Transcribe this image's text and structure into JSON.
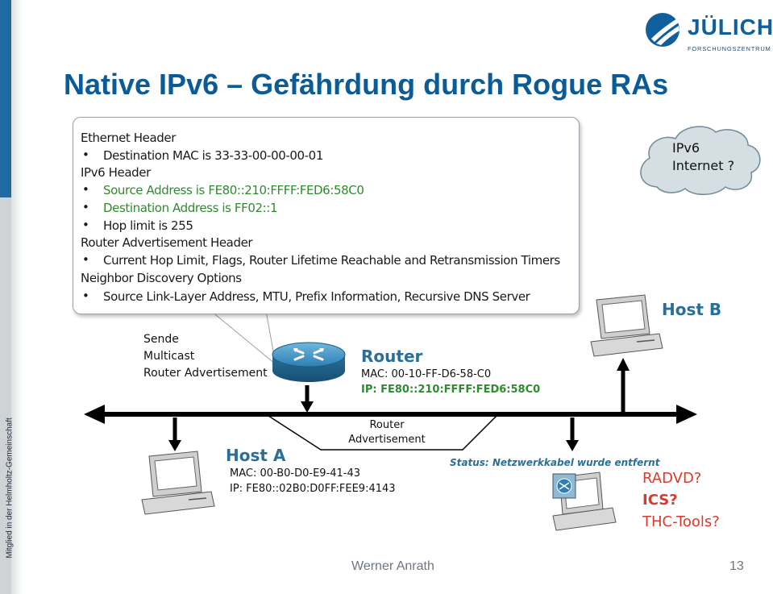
{
  "sidebar": {
    "vertical_text": "Mitglied in der Helmholtz-Gemeinschaft"
  },
  "logo": {
    "name": "JÜLICH",
    "subtitle": "FORSCHUNGSZENTRUM"
  },
  "title": "Native IPv6 – Gefährdung durch Rogue RAs",
  "packet": {
    "ethernet_header": "Ethernet Header",
    "dest_mac": "Destination MAC is 33-33-00-00-00-01",
    "ipv6_header": "IPv6 Header",
    "source_address": "Source Address is FE80::210:FFFF:FED6:58C0",
    "dest_address": "Destination Address is FF02::1",
    "hop_limit": "Hop limit is 255",
    "ra_header": "Router Advertisement Header",
    "ra_fields": "Current Hop Limit, Flags, Router Lifetime Reachable and Retransmission Timers",
    "nd_options": "Neighbor Discovery Options",
    "nd_fields": "Source Link-Layer Address, MTU, Prefix Information, Recursive DNS Server"
  },
  "cloud": {
    "line1": "IPv6",
    "line2": "Internet ?"
  },
  "sende": {
    "line1": "Sende",
    "line2": "Multicast",
    "line3": "Router Advertisement"
  },
  "router": {
    "name": "Router",
    "mac": "MAC: 00-10-FF-D6-58-C0",
    "ip": "IP: FE80::210:FFFF:FED6:58C0"
  },
  "host_b": {
    "name": "Host B"
  },
  "host_a": {
    "name": "Host A",
    "mac": "MAC: 00-B0-D0-E9-41-43",
    "ip": "IP:  FE80::02B0:D0FF:FEE9:4143"
  },
  "ra_label": {
    "line1": "Router",
    "line2": "Advertisement"
  },
  "status": "Status: Netzwerkkabel wurde entfernt",
  "attacker": {
    "option1": "RADVD?",
    "option2": "ICS?",
    "option3": "THC-Tools?"
  },
  "footer": {
    "author": "Werner  Anrath",
    "page": "13"
  },
  "colors": {
    "accent_blue": "#0b5b96",
    "router_blue": "#2a6f97",
    "green": "#2f8b2f",
    "red": "#d93a2b"
  }
}
